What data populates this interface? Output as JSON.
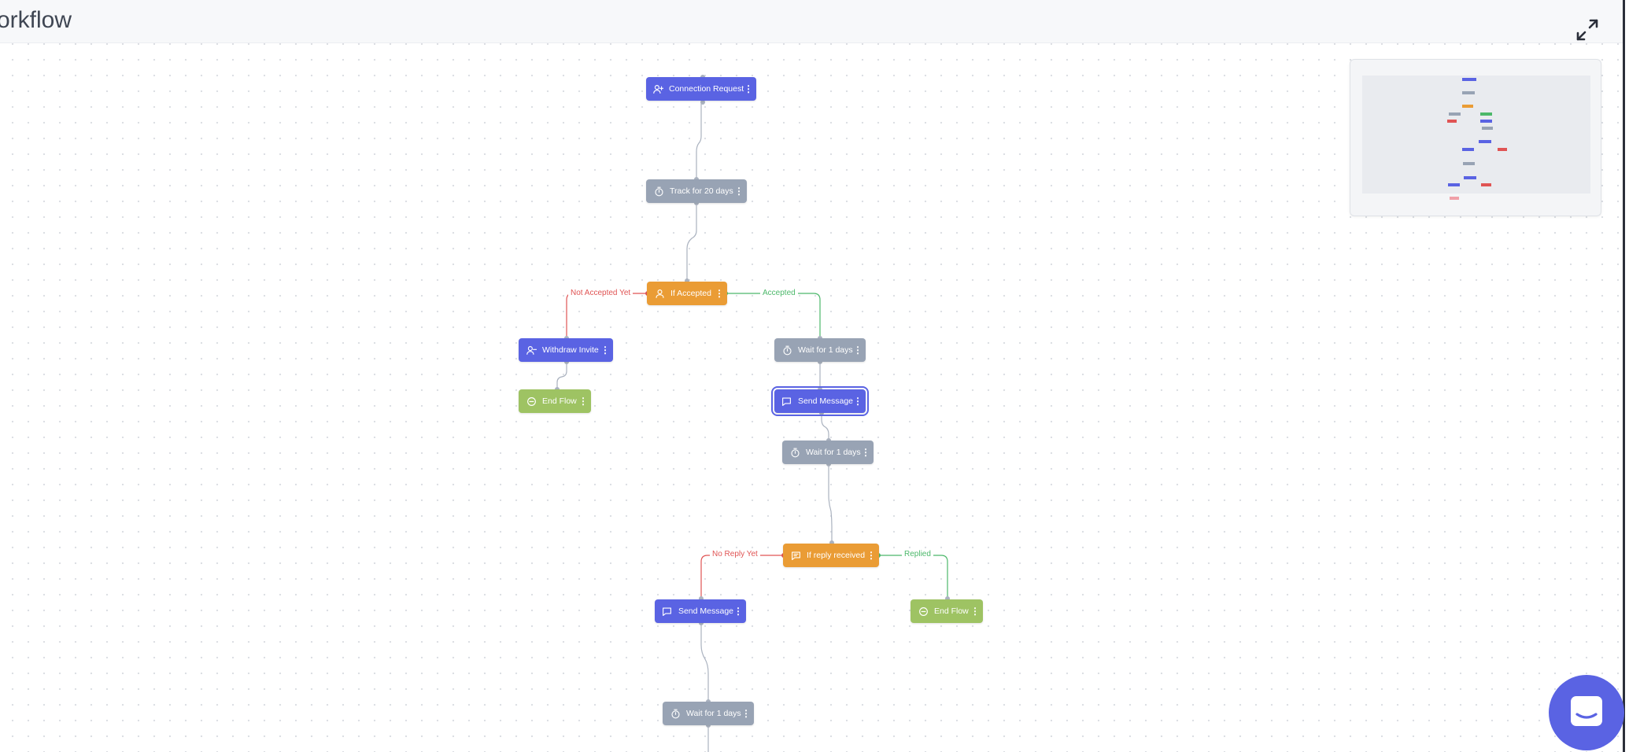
{
  "header": {
    "title": "orkflow"
  },
  "colors": {
    "action": "#5a63e3",
    "wait": "#98a3b4",
    "condition": "#ea9c35",
    "end": "#9ec363",
    "negative_edge": "#e05454",
    "positive_edge": "#4cb86a",
    "edge": "#aab2bf"
  },
  "nodes": {
    "connection_request": {
      "label": "Connection Request",
      "icon": "user-plus-icon"
    },
    "track_20": {
      "label": "Track for 20 days",
      "icon": "timer-icon"
    },
    "if_accepted": {
      "label": "If Accepted",
      "icon": "user-icon"
    },
    "withdraw_invite": {
      "label": "Withdraw Invite",
      "icon": "user-minus-icon"
    },
    "end_flow_1": {
      "label": "End Flow",
      "icon": "minus-circle-icon"
    },
    "wait_1a": {
      "label": "Wait for 1 days",
      "icon": "timer-icon"
    },
    "send_message_1": {
      "label": "Send Message",
      "icon": "message-icon"
    },
    "wait_1b": {
      "label": "Wait for 1 days",
      "icon": "timer-icon"
    },
    "if_reply": {
      "label": "If reply received",
      "icon": "chat-icon"
    },
    "send_message_2": {
      "label": "Send Message",
      "icon": "message-icon"
    },
    "end_flow_2": {
      "label": "End Flow",
      "icon": "minus-circle-icon"
    },
    "wait_1c": {
      "label": "Wait for 1 days",
      "icon": "timer-icon"
    }
  },
  "edge_labels": {
    "not_accepted": "Not Accepted Yet",
    "accepted": "Accepted",
    "no_reply": "No Reply Yet",
    "replied": "Replied"
  },
  "menu_glyph": "⋮"
}
